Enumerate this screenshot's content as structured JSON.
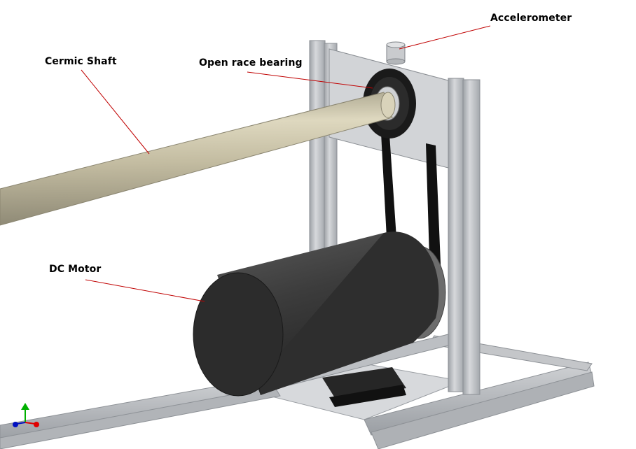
{
  "labels": {
    "accelerometer": "Accelerometer",
    "shaft": "Cermic Shaft",
    "bearing": "Open race bearing",
    "motor": "DC Motor"
  },
  "colors": {
    "leader_line": "#c00000",
    "frame": "#b9bcc0",
    "plate": "#d3d5d8",
    "shaft": "#c9c3a8",
    "motor": "#3a3a3a",
    "belt": "#111111",
    "axis_x": "#e00000",
    "axis_y": "#00b000",
    "axis_z": "#0010c0"
  }
}
